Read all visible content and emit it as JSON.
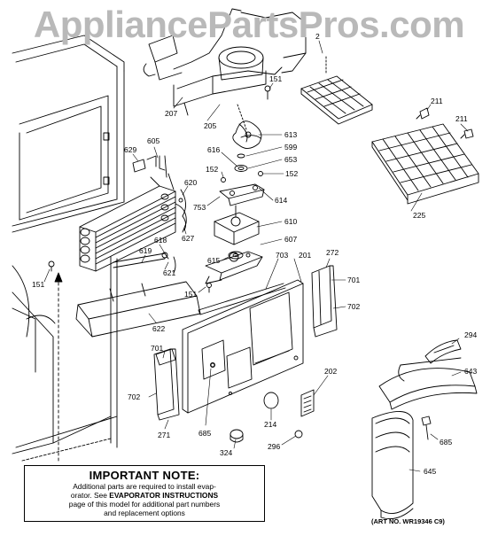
{
  "watermark": "AppliancePartsPros.com",
  "note": {
    "title": "IMPORTANT NOTE:",
    "line1": "Additional parts are required to install evap-",
    "line2_pre": "orator.  See ",
    "line2_bold": "EVAPORATOR INSTRUCTIONS",
    "line3": "page of this model for additional part numbers",
    "line4": "and replacement options"
  },
  "art_number": "(ART NO. WR19346 C9)",
  "part_labels": {
    "l207": "207",
    "l205": "205",
    "l151a": "151",
    "l613": "613",
    "l599": "599",
    "l653": "653",
    "l616": "616",
    "l152a": "152",
    "l152b": "152",
    "l629": "629",
    "l605": "605",
    "l620": "620",
    "l753": "753",
    "l614": "614",
    "l627": "627",
    "l610": "610",
    "l618": "618",
    "l619": "619",
    "l621": "621",
    "l607": "607",
    "l615": "615",
    "l151b": "151",
    "l151c": "151",
    "l703": "703",
    "l201": "201",
    "l272": "272",
    "l701a": "701",
    "l702a": "702",
    "l622": "622",
    "l701b": "701",
    "l702b": "702",
    "l271": "271",
    "l685a": "685",
    "l214": "214",
    "l202": "202",
    "l296": "296",
    "l324": "324",
    "l211a": "211",
    "l211b": "211",
    "l225": "225",
    "l294": "294",
    "l643": "643",
    "l685b": "685",
    "l645": "645",
    "l2top": "2"
  }
}
